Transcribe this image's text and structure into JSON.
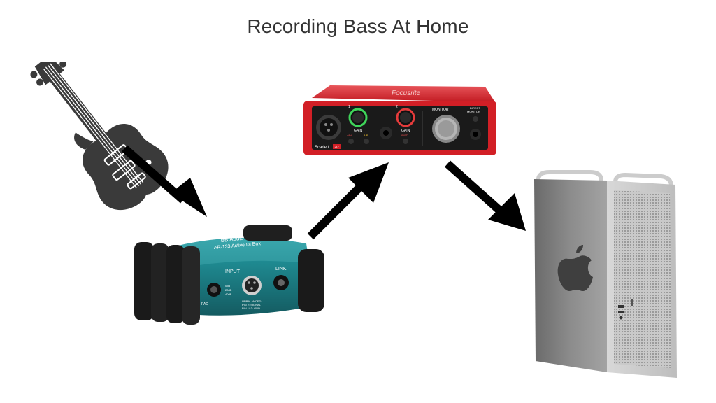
{
  "diagram": {
    "title": "Recording Bass At Home",
    "nodes": [
      {
        "id": "bass-guitar",
        "icon": "bass-guitar-icon"
      },
      {
        "id": "di-box",
        "brand_text": "BB Audio",
        "model_text": "AR-133 Active DI Box",
        "labels": {
          "input": "INPUT",
          "link": "LINK",
          "pad": "PAD",
          "pad_0": "0dB",
          "pad_20": "20dB",
          "pad_40": "40dB",
          "unbalanced": "UNBALANCED",
          "pin_info": "PIN 2: SIGNAL",
          "pin_info2": "PIN 1&3: GND"
        }
      },
      {
        "id": "audio-interface",
        "brand_text": "Focusrite",
        "model_text": "Scarlett",
        "model_num": "2i2",
        "labels": {
          "ch1": "1",
          "ch2": "2",
          "gain1": "GAIN",
          "gain2": "GAIN",
          "air": "AIR",
          "inst": "INST",
          "48v": "48V",
          "monitor": "MONITOR",
          "direct": "DIRECT",
          "direct2": "MONITOR"
        }
      },
      {
        "id": "computer",
        "icon": "apple-logo-icon"
      }
    ],
    "edges": [
      {
        "from": "bass-guitar",
        "to": "di-box"
      },
      {
        "from": "di-box",
        "to": "audio-interface"
      },
      {
        "from": "audio-interface",
        "to": "computer"
      }
    ],
    "colors": {
      "arrow": "#000000",
      "di_body": "#1e7f86",
      "interface_body": "#d21f26",
      "guitar": "#3a3a3a",
      "computer": "#c9c9c9"
    }
  }
}
